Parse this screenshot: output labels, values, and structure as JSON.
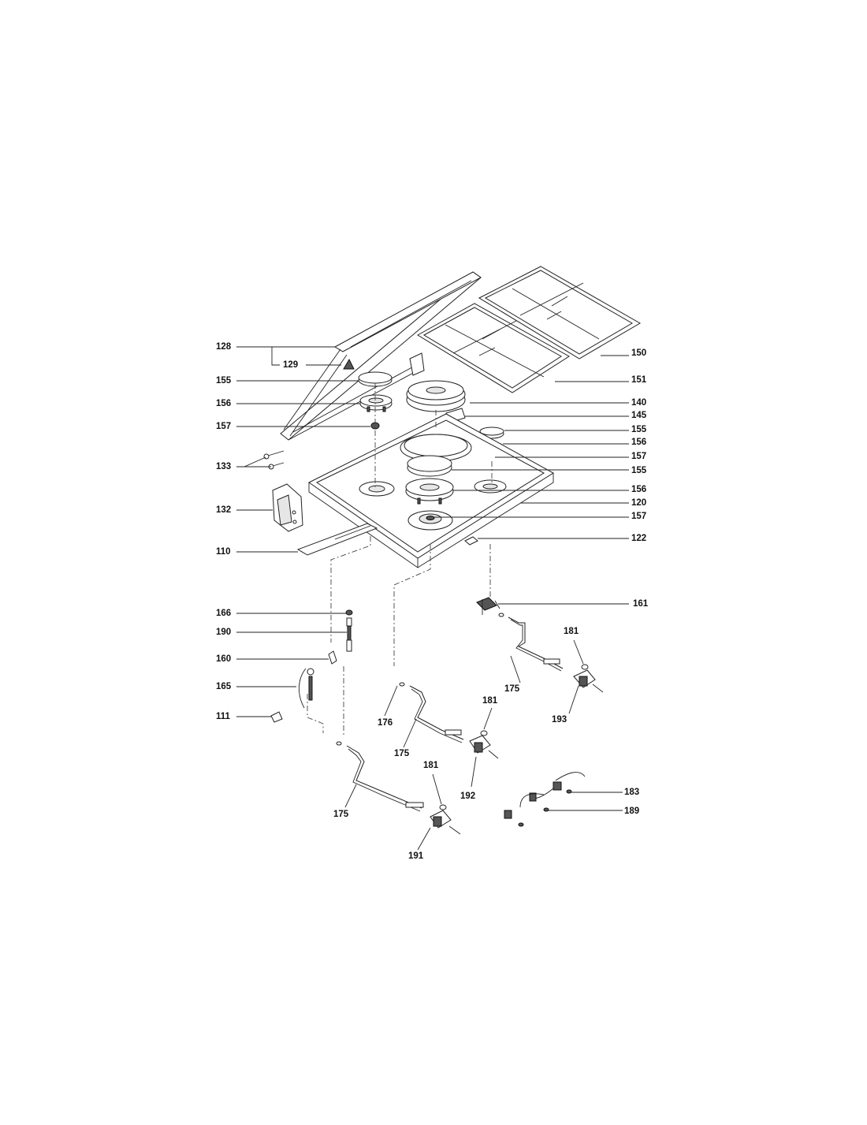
{
  "callouts": {
    "c128": "128",
    "c129": "129",
    "c155a": "155",
    "c156a": "156",
    "c157a": "157",
    "c133": "133",
    "c132": "132",
    "c110": "110",
    "c150": "150",
    "c151": "151",
    "c140": "140",
    "c145": "145",
    "c155b": "155",
    "c156b": "156",
    "c157b": "157",
    "c155c": "155",
    "c156c": "156",
    "c120": "120",
    "c157c": "157",
    "c122": "122",
    "c166": "166",
    "c190": "190",
    "c160": "160",
    "c165": "165",
    "c111": "111",
    "c161": "161",
    "c181a": "181",
    "c175a": "175",
    "c193": "193",
    "c176": "176",
    "c181b": "181",
    "c175b": "175",
    "c192": "192",
    "c181c": "181",
    "c175c": "175",
    "c191": "191",
    "c183": "183",
    "c189": "189"
  },
  "colors": {
    "line": "#222222",
    "background": "#ffffff"
  }
}
